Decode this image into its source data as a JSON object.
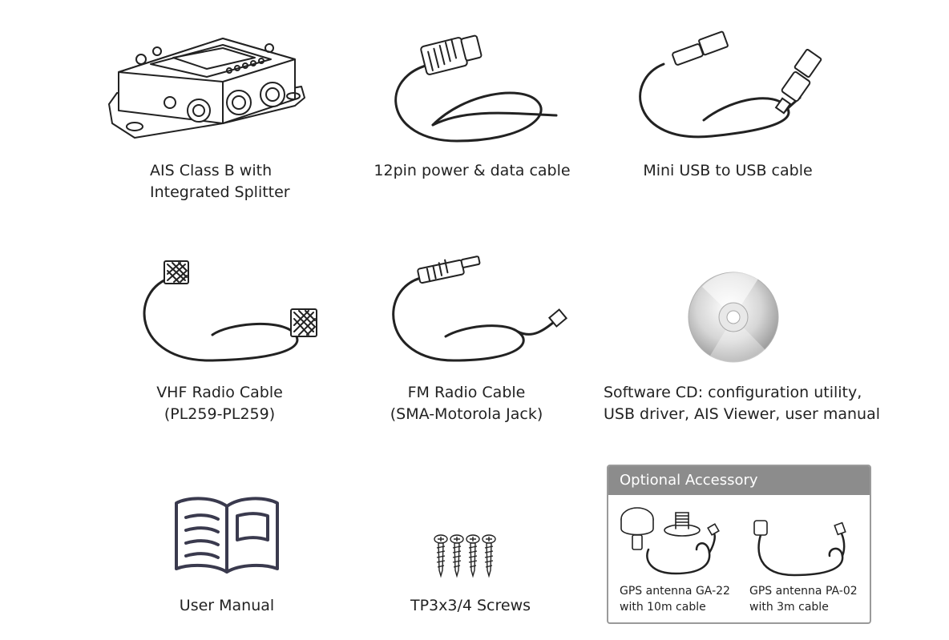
{
  "items": [
    {
      "id": "ais-unit",
      "icon": "ais-transponder-icon",
      "lines": [
        "AIS Class B with",
        "Integrated Splitter"
      ]
    },
    {
      "id": "power-cable",
      "icon": "12pin-cable-icon",
      "lines": [
        "12pin power & data cable"
      ]
    },
    {
      "id": "usb-cable",
      "icon": "usb-cable-icon",
      "lines": [
        "Mini USB to USB cable"
      ]
    },
    {
      "id": "vhf-cable",
      "icon": "vhf-cable-icon",
      "lines": [
        "VHF Radio Cable",
        "(PL259-PL259)"
      ]
    },
    {
      "id": "fm-cable",
      "icon": "fm-cable-icon",
      "lines": [
        "FM Radio Cable",
        "(SMA-Motorola Jack)"
      ]
    },
    {
      "id": "software-cd",
      "icon": "cd-icon",
      "lines": [
        "Software CD: configuration utility,",
        "USB driver, AIS Viewer, user manual"
      ]
    },
    {
      "id": "user-manual",
      "icon": "book-icon",
      "lines": [
        "User Manual"
      ]
    },
    {
      "id": "screws",
      "icon": "screws-icon",
      "lines": [
        "TP3x3/4 Screws"
      ]
    }
  ],
  "optional": {
    "title": "Optional Accessory",
    "items": [
      {
        "icon": "gps-antenna-ga22-icon",
        "lines": [
          "GPS antenna GA-22",
          "with 10m cable"
        ]
      },
      {
        "icon": "gps-antenna-pa02-icon",
        "lines": [
          "GPS antenna PA-02",
          "with 3m cable"
        ]
      }
    ]
  },
  "colors": {
    "line": "#222222",
    "book": "#3a3a4e",
    "box_border": "#9a9a9a",
    "box_header": "#8c8c8c",
    "box_header_text": "#ffffff"
  }
}
